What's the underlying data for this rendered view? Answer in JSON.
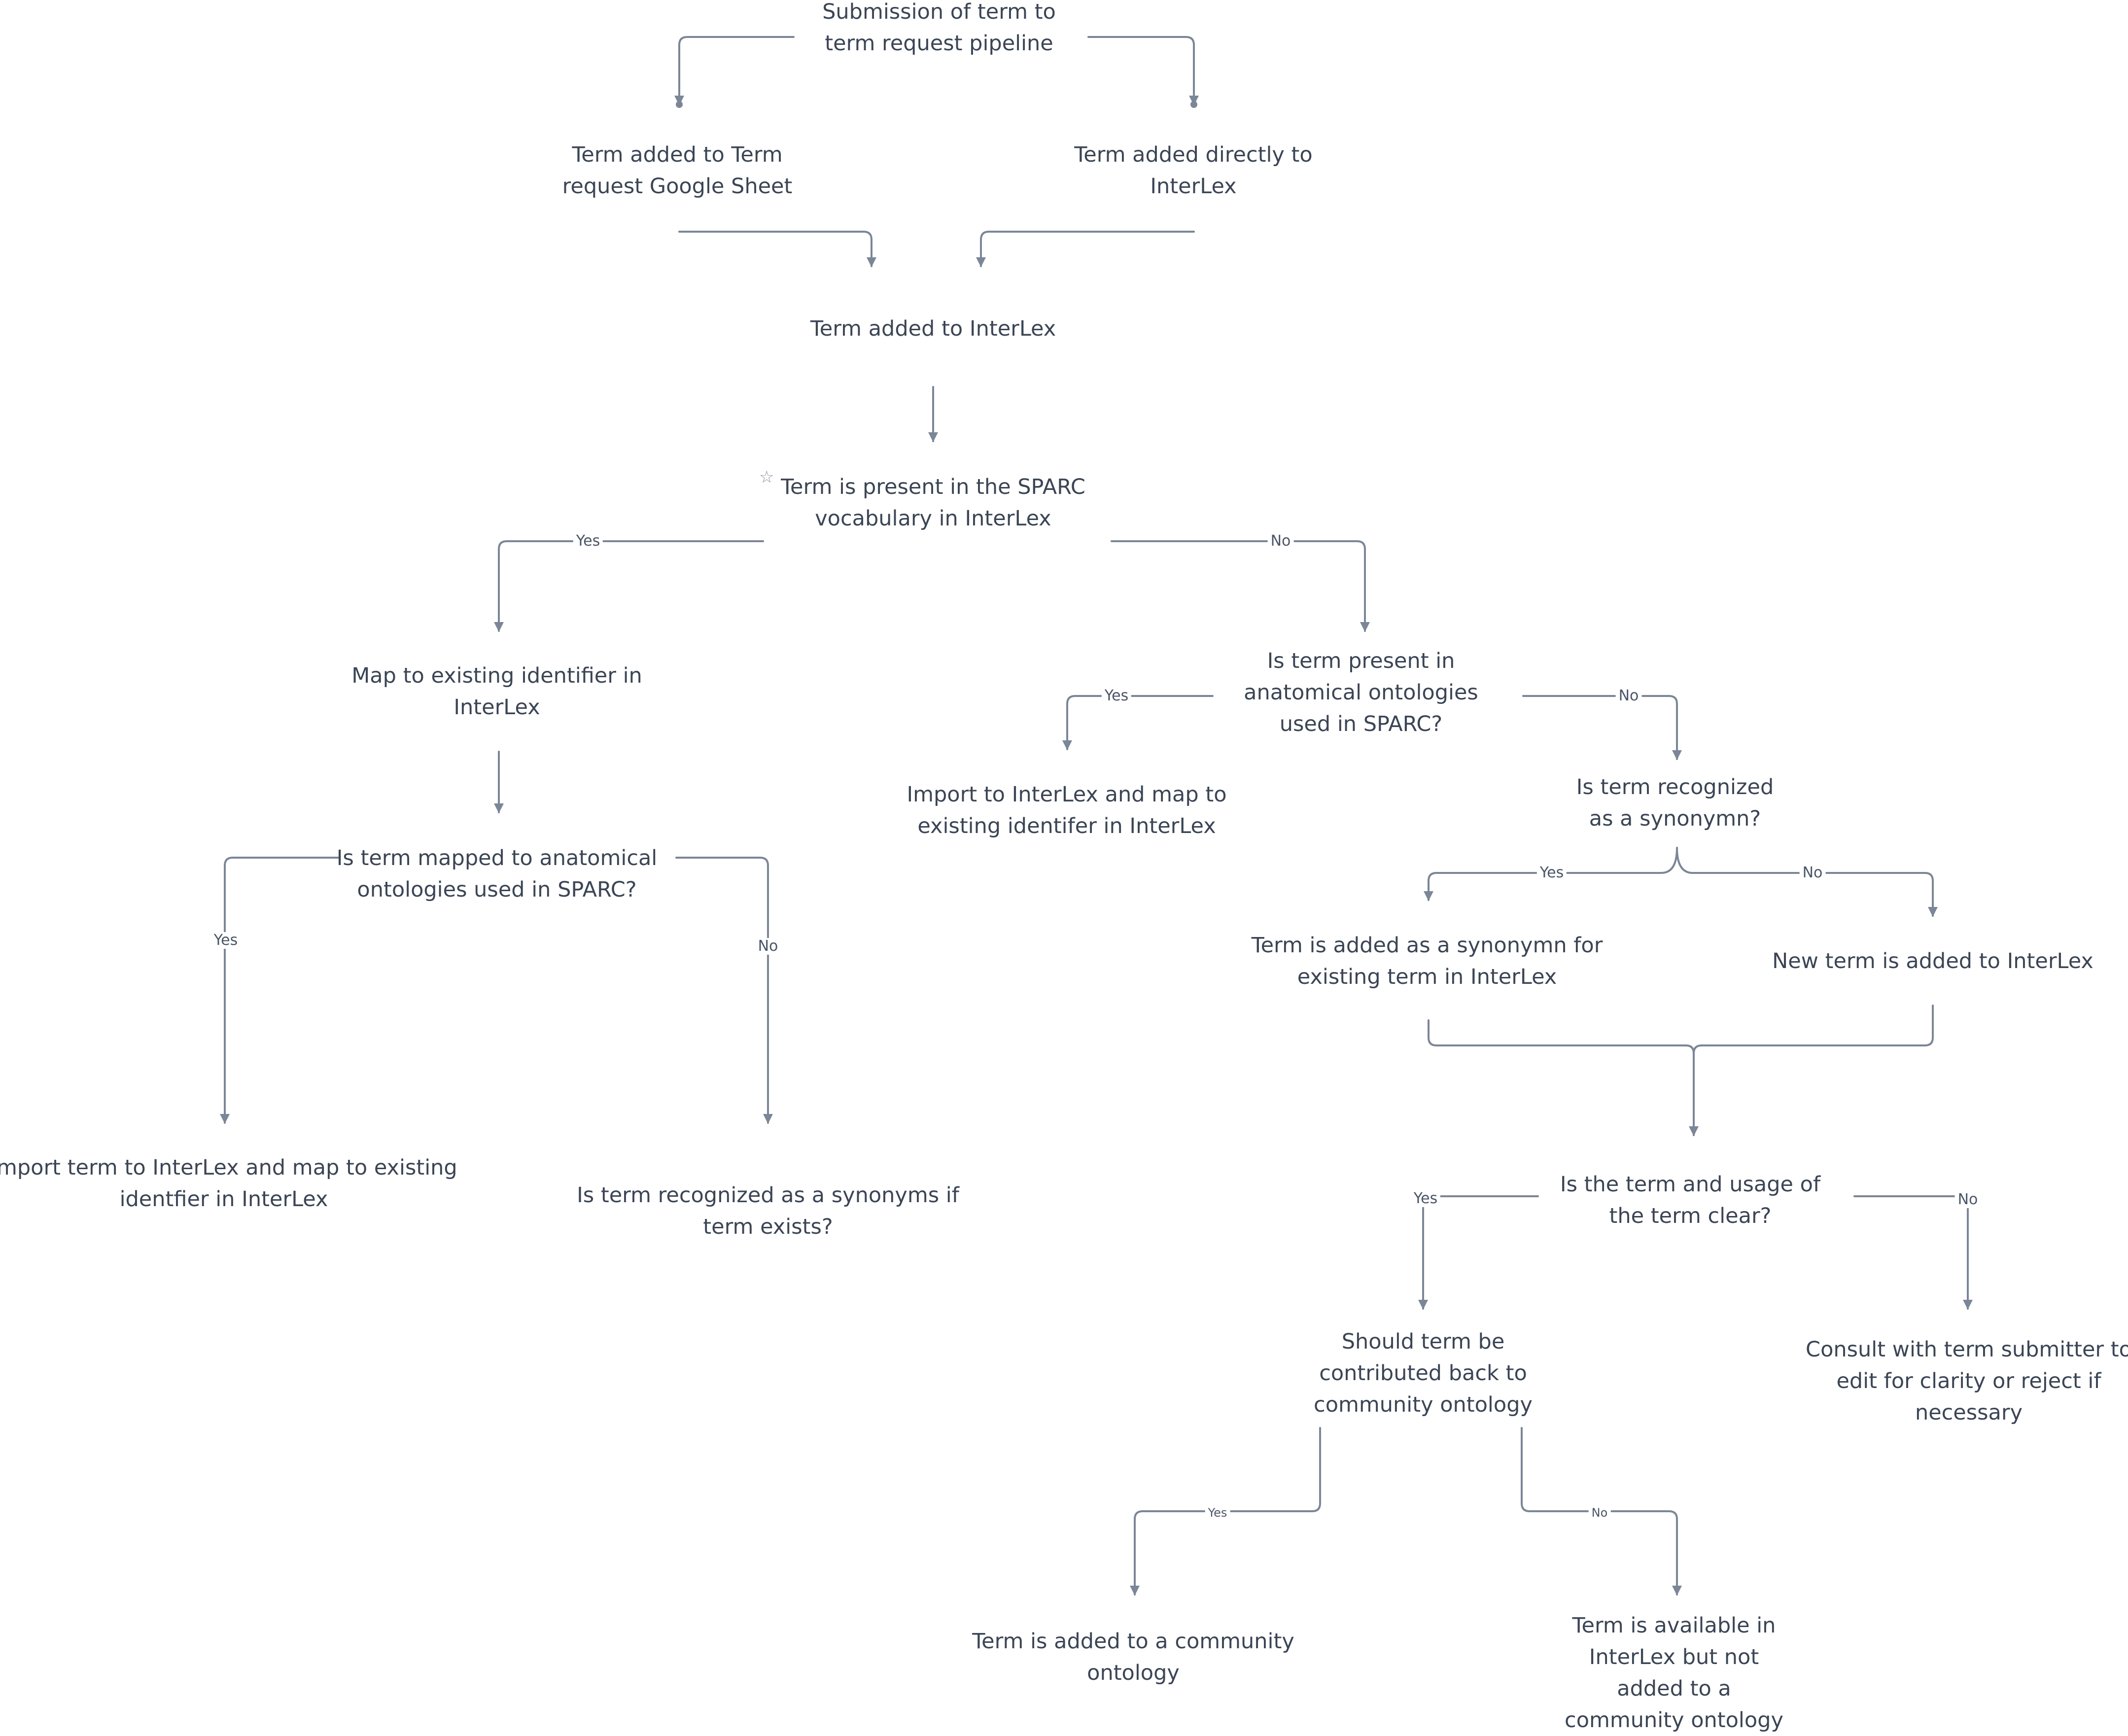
{
  "style": {
    "line_color": "#7b8697",
    "text_color": "#3b4555"
  },
  "nodes": {
    "submission": "Submission of term to\nterm request pipeline",
    "google_sheet": "Term added to Term\nrequest Google Sheet",
    "directly": "Term added directly to\nInterLex",
    "added_interlex": "Term added to InterLex",
    "sparc_vocab": "Term is present in the SPARC\nvocabulary in InterLex",
    "map_existing": "Map to existing identifier in\nInterLex",
    "mapped_anatomical": "Is term mapped to anatomical\nontologies used in SPARC?",
    "import_map": "Import term to InterLex and map to existing\nidentfier in InterLex",
    "recognized_synonyms": "Is term recognized as a synonyms if\nterm exists?",
    "present_anatomical": "Is term present in\nanatomical ontologies\nused in SPARC?",
    "import_existing": "Import to InterLex and map to\nexisting identifer in InterLex",
    "recognized_synonymn": "Is term recognized\nas a synonymn?",
    "added_synonymn": "Term is added as a synonymn for\nexisting term in InterLex",
    "new_term": "New term is added to InterLex",
    "usage_clear": "Is the term and usage of\nthe term clear?",
    "contributed_back": "Should term be\ncontributed back to\ncommunity ontology",
    "consult": "Consult with term submitter to\nedit for clarity or reject if\nnecessary",
    "added_community": "Term is added to a community\nontology",
    "available_not_added": "Term is available in\nInterLex but not\nadded to a\ncommunity ontology"
  },
  "edge_labels": {
    "yes": "Yes",
    "no": "No"
  },
  "star_icon": "☆"
}
